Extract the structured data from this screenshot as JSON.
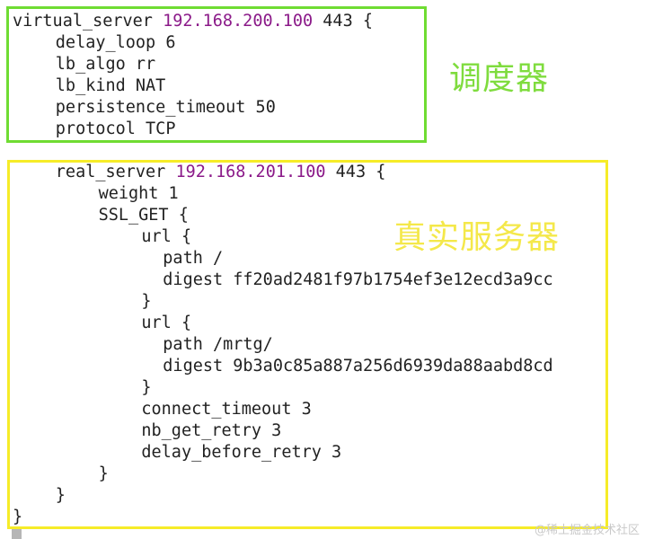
{
  "config": {
    "lines": [
      {
        "indent": 0,
        "text": "virtual_server ",
        "ip": "192.168.200.100",
        "tail": " 443 {"
      },
      {
        "indent": 4,
        "text": "delay_loop 6"
      },
      {
        "indent": 4,
        "text": "lb_algo rr"
      },
      {
        "indent": 4,
        "text": "lb_kind NAT"
      },
      {
        "indent": 4,
        "text": "persistence_timeout 50"
      },
      {
        "indent": 4,
        "text": "protocol TCP"
      },
      {
        "indent": 0,
        "text": ""
      },
      {
        "indent": 4,
        "text": "real_server ",
        "ip": "192.168.201.100",
        "tail": " 443 {"
      },
      {
        "indent": 8,
        "text": "weight 1"
      },
      {
        "indent": 8,
        "text": "SSL_GET {"
      },
      {
        "indent": 12,
        "text": "url {"
      },
      {
        "indent": 14,
        "text": "path /"
      },
      {
        "indent": 14,
        "text": "digest ff20ad2481f97b1754ef3e12ecd3a9cc"
      },
      {
        "indent": 12,
        "text": "}"
      },
      {
        "indent": 12,
        "text": "url {"
      },
      {
        "indent": 14,
        "text": "path /mrtg/"
      },
      {
        "indent": 14,
        "text": "digest 9b3a0c85a887a256d6939da88aabd8cd"
      },
      {
        "indent": 12,
        "text": "}"
      },
      {
        "indent": 12,
        "text": "connect_timeout 3"
      },
      {
        "indent": 12,
        "text": "nb_get_retry 3"
      },
      {
        "indent": 12,
        "text": "delay_before_retry 3"
      },
      {
        "indent": 8,
        "text": "}"
      },
      {
        "indent": 4,
        "text": "}"
      },
      {
        "indent": 0,
        "text": "}"
      }
    ]
  },
  "annotations": {
    "scheduler_label": "调度器",
    "real_server_label": "真实服务器"
  },
  "watermark": "@稀土掘金技术社区",
  "colors": {
    "ip": "#8b1a89",
    "scheduler_box": "#6fdc32",
    "real_server_box": "#f6ec28"
  }
}
